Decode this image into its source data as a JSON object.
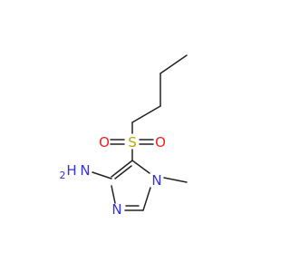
{
  "molecule": {
    "atoms": {
      "sulfur": "S",
      "oxygen_left": "O",
      "oxygen_right": "O",
      "amine_n": "N",
      "amine_h": "H",
      "amine_h2_subscript": "2",
      "ring_n1": "N",
      "ring_n3": "N"
    }
  },
  "colors": {
    "bond": "#222222",
    "carbon_text": "#222222",
    "nitrogen": "#3333dd",
    "oxygen": "#ee2222",
    "sulfur": "#b8a800"
  }
}
